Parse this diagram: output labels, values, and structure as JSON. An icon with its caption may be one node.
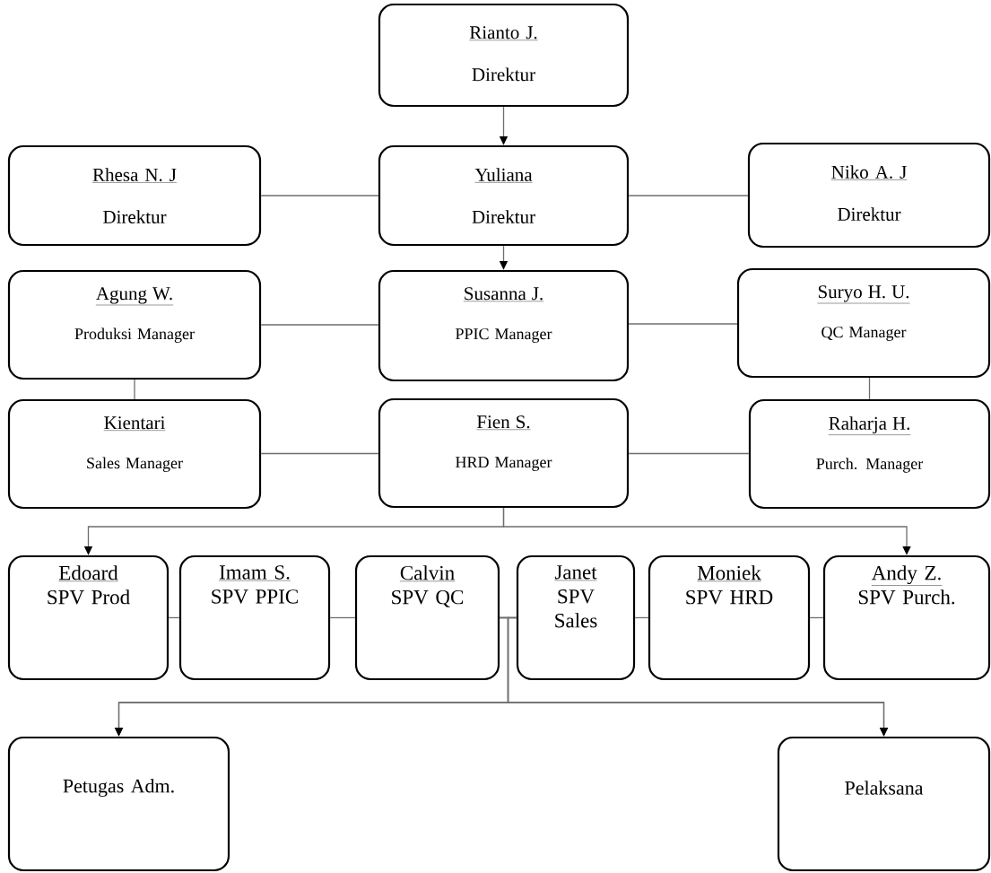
{
  "diagram": {
    "nodes": [
      {
        "text": [
          "Rianto J.",
          "Direktur"
        ]
      },
      {
        "text": [
          "Rhesa N. J",
          "Direktur"
        ]
      },
      {
        "text": [
          "Yuliana",
          "Direktur"
        ]
      },
      {
        "text": [
          "Niko A. J",
          "Direktur"
        ]
      },
      {
        "text": [
          "Agung W.",
          "Produksi Manager"
        ]
      },
      {
        "text": [
          "Susanna J.",
          "PPIC Manager"
        ]
      },
      {
        "text": [
          "Suryo H. U.",
          "QC Manager"
        ]
      },
      {
        "text": [
          "Kientari",
          "Sales Manager"
        ]
      },
      {
        "text": [
          "Fien S.",
          "HRD Manager"
        ]
      },
      {
        "text": [
          "Raharja H.",
          "Purch. Manager"
        ]
      },
      {
        "text": [
          "Edoard",
          "SPV Prod"
        ]
      },
      {
        "text": [
          "Imam S.",
          "SPV PPIC"
        ]
      },
      {
        "text": [
          "Calvin",
          "SPV QC"
        ]
      },
      {
        "text": [
          "Janet",
          "SPV Sales"
        ]
      },
      {
        "text": [
          "Moniek",
          "SPV HRD"
        ]
      },
      {
        "text": [
          "Andy Z.",
          "SPV Purch."
        ]
      },
      {
        "text": [
          "Petugas Adm."
        ]
      },
      {
        "text": [
          "Pelaksana"
        ]
      }
    ],
    "edges": [
      {
        "from": 0,
        "to": 2,
        "arrow": "to"
      },
      {
        "from": 2,
        "to": 1,
        "arrow": "none"
      },
      {
        "from": 2,
        "to": 3,
        "arrow": "none"
      },
      {
        "from": 2,
        "to": 5,
        "arrow": "to"
      },
      {
        "from": 5,
        "to": 4,
        "arrow": "none"
      },
      {
        "from": 5,
        "to": 6,
        "arrow": "none"
      },
      {
        "from": 4,
        "to": 7,
        "arrow": "none"
      },
      {
        "from": 6,
        "to": 9,
        "arrow": "none"
      },
      {
        "from": 8,
        "to": 7,
        "arrow": "none"
      },
      {
        "from": 8,
        "to": 9,
        "arrow": "none"
      },
      {
        "from": 8,
        "to": 10,
        "arrow": "to"
      },
      {
        "from": 8,
        "to": 15,
        "arrow": "to"
      },
      {
        "from": 10,
        "to": 11,
        "arrow": "none"
      },
      {
        "from": 11,
        "to": 12,
        "arrow": "none"
      },
      {
        "from": 12,
        "to": 13,
        "arrow": "none"
      },
      {
        "from": 13,
        "to": 14,
        "arrow": "none"
      },
      {
        "from": 14,
        "to": 15,
        "arrow": "none"
      },
      {
        "from": 12,
        "to": 16,
        "arrow": "to"
      },
      {
        "from": 12,
        "to": 17,
        "arrow": "to"
      },
      {
        "from": 13,
        "to": 16,
        "arrow": "to"
      },
      {
        "from": 13,
        "to": 17,
        "arrow": "to"
      }
    ]
  }
}
